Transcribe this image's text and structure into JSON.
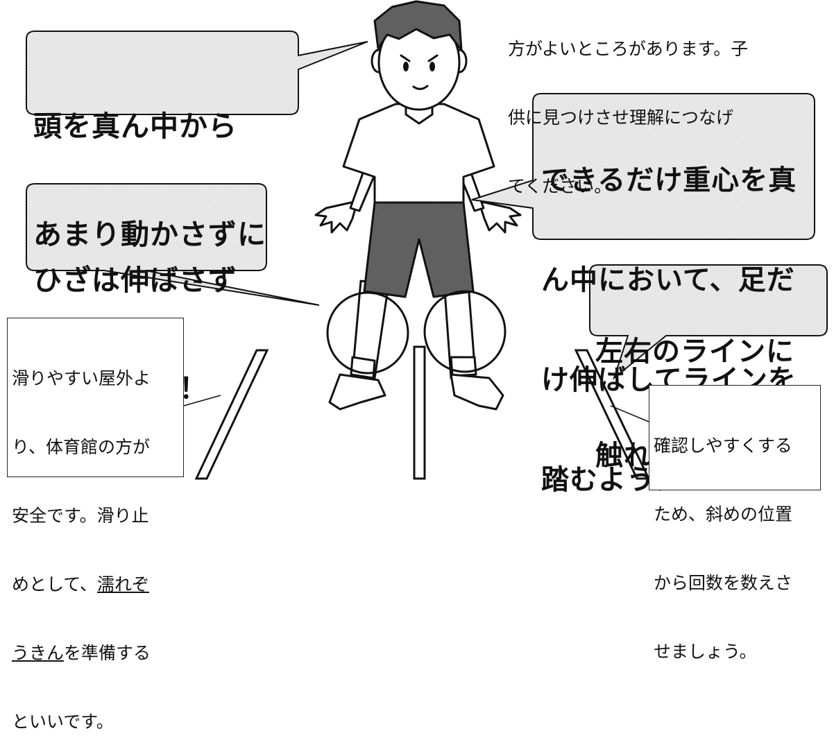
{
  "top_note": {
    "lines": [
      "方がよいところがあります。子",
      "供に見つけさせ理解につなげ",
      "てください。"
    ]
  },
  "callouts": {
    "head": {
      "lines": [
        "頭を真ん中から",
        "あまり動かさずに"
      ]
    },
    "center": {
      "lines": [
        "できるだけ重心を真",
        "ん中において、足だ",
        "け伸ばしてラインを",
        "踏むように"
      ]
    },
    "knees": {
      "lines": [
        "ひざは伸ばさず",
        "軽く曲げて！"
      ]
    },
    "touch": {
      "lines": [
        "左右のラインに",
        "触れればＯＫ！"
      ]
    }
  },
  "left_note": {
    "line1": "滑りやすい屋外よ",
    "line2": "り、体育館の方が",
    "line3": "安全です。滑り止",
    "line4_a": "めとして、",
    "line4_b": "濡れぞ",
    "line5_a": "うきん",
    "line5_b": "を準備する",
    "line6": "といいです。"
  },
  "right_note": {
    "lines": [
      "確認しやすくする",
      "ため、斜めの位置",
      "から回数を数えさ",
      "せましょう。"
    ]
  },
  "colors": {
    "bubble_fill": "#eaeaea",
    "shorts": "#5a5a5a",
    "hair": "#6e6e6e",
    "line": "#111111"
  }
}
